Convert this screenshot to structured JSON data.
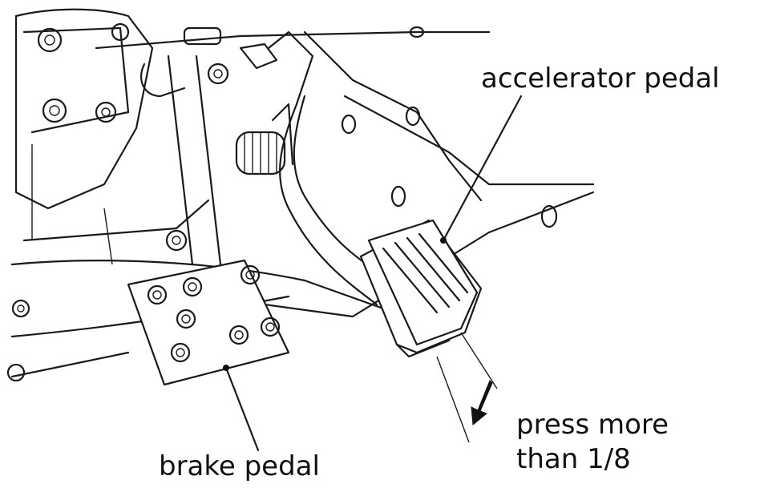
{
  "labels": {
    "accelerator": "accelerator pedal",
    "press_line1": "press more",
    "press_line2": "than 1/8",
    "brake": "brake pedal"
  },
  "icons": {
    "press_arrow": "arrow-down-left-icon"
  },
  "colors": {
    "line": "#1a1a1a",
    "background": "#ffffff",
    "text": "#111111"
  }
}
